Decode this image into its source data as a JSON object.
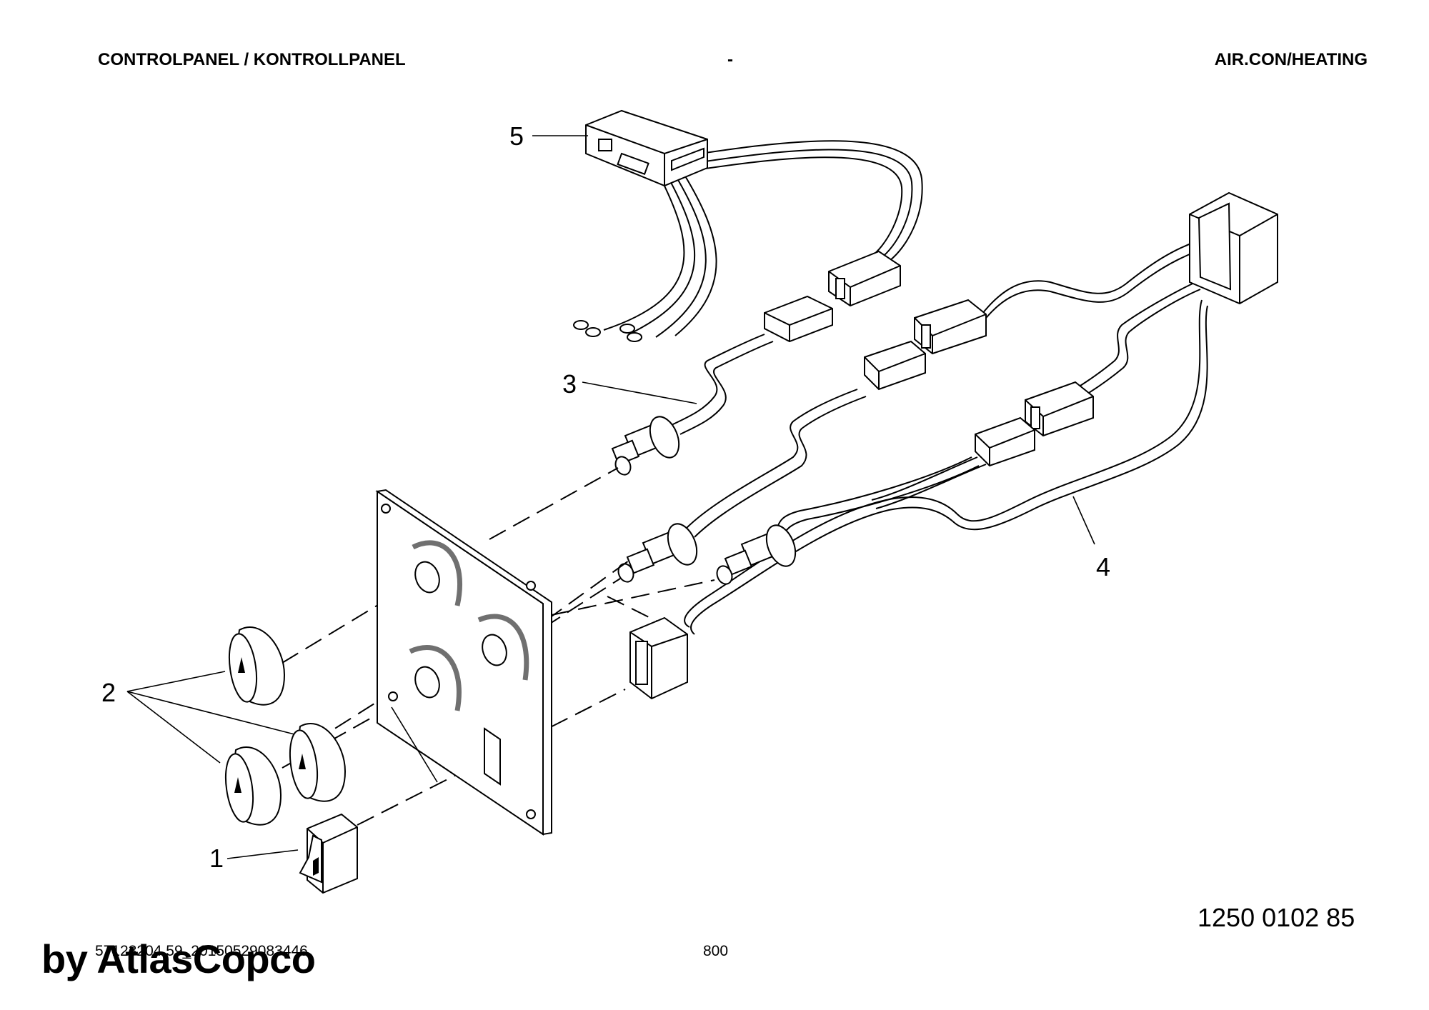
{
  "header": {
    "left": "CONTROLPANEL / KONTROLLPANEL",
    "center": "-",
    "right": "AIR.CON/HEATING"
  },
  "callouts": [
    "1",
    "2",
    "3",
    "4",
    "5"
  ],
  "footer": {
    "part_number": "1250 0102 85",
    "doc_id": "57123204 59_20150529083446",
    "page": "800",
    "watermark": "by AtlasCopco"
  }
}
